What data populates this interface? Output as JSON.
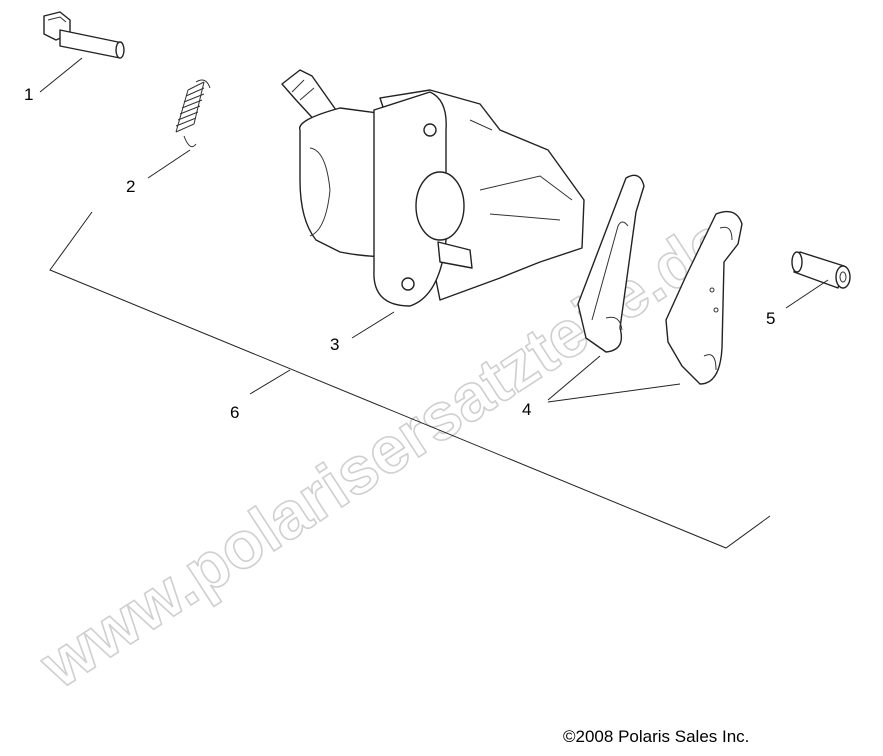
{
  "callouts": [
    {
      "id": "1",
      "text": "1"
    },
    {
      "id": "2",
      "text": "2"
    },
    {
      "id": "3",
      "text": "3"
    },
    {
      "id": "4",
      "text": "4"
    },
    {
      "id": "5",
      "text": "5"
    },
    {
      "id": "6",
      "text": "6"
    }
  ],
  "copyright": "©2008 Polaris Sales Inc.",
  "watermark": "www.polarisersatzteile.de"
}
